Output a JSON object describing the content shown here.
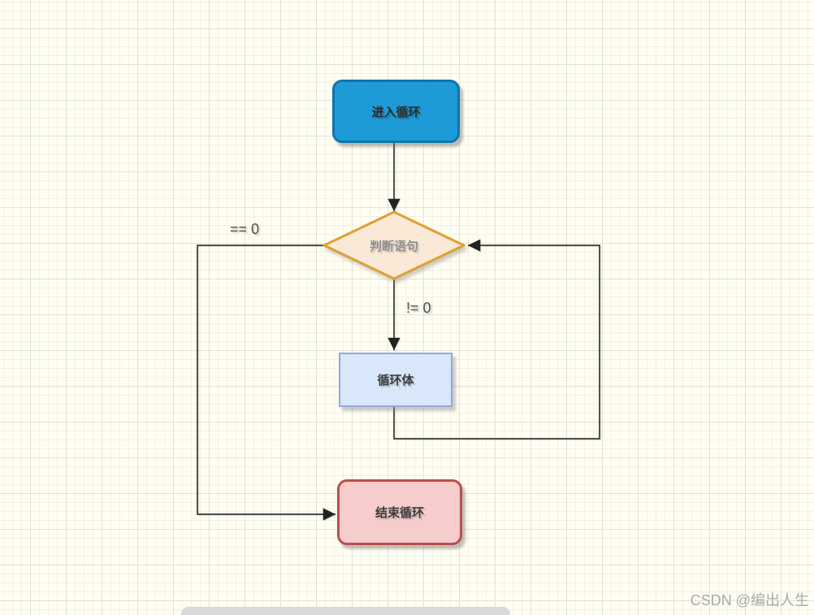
{
  "diagram": {
    "type": "flowchart",
    "nodes": {
      "start": {
        "label": "进入循环",
        "shape": "rounded-rect",
        "fill": "#1E9BD7",
        "border": "#0E76AB"
      },
      "decision": {
        "label": "判断语句",
        "shape": "diamond",
        "fill": "#FBE9D7",
        "border": "#DFA033"
      },
      "loop_body": {
        "label": "循环体",
        "shape": "rect",
        "fill": "#D9E7FA",
        "border": "#8FAADC"
      },
      "end": {
        "label": "结束循环",
        "shape": "rounded-rect",
        "fill": "#F7CCCC",
        "border": "#BA4F4A"
      }
    },
    "edges": {
      "start_to_decision": {
        "from": "start",
        "to": "decision",
        "label": ""
      },
      "decision_to_end": {
        "from": "decision",
        "to": "end",
        "label": "== 0"
      },
      "decision_to_loopbody": {
        "from": "decision",
        "to": "loop_body",
        "label": "!= 0"
      },
      "loopbody_to_decision": {
        "from": "loop_body",
        "to": "decision",
        "label": ""
      }
    },
    "edge_labels": {
      "eq_zero": "== 0",
      "ne_zero": "!= 0"
    },
    "line_color": "#383838"
  },
  "watermark": {
    "text": "CSDN @编出人生",
    "color": "#a8a8a6"
  },
  "background": {
    "paper": "#FFFEF2",
    "grid_major": "#e2e1d8",
    "grid_minor": "#f3f1e3"
  }
}
